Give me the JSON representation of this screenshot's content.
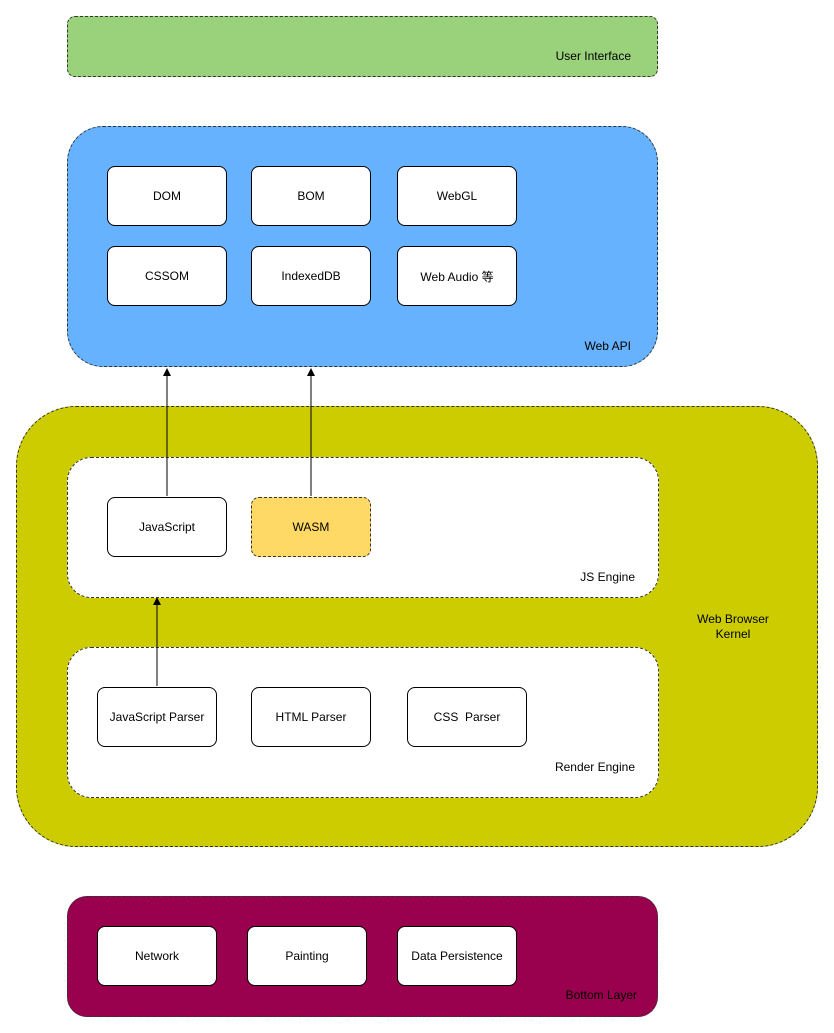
{
  "colors": {
    "user_interface": "#99d27b",
    "web_api": "#66b2ff",
    "kernel": "#cccc00",
    "engine_panel": "#ffffff",
    "wasm": "#ffd966",
    "bottom_layer": "#99004d"
  },
  "layers": {
    "user_interface": {
      "label": "User Interface"
    },
    "web_api": {
      "label": "Web API",
      "nodes": [
        "DOM",
        "BOM",
        "WebGL",
        "CSSOM",
        "IndexedDB",
        "Web Audio 等"
      ]
    },
    "kernel": {
      "label": "Web Browser Kernel",
      "js_engine": {
        "label": "JS Engine",
        "nodes": [
          "JavaScript",
          "WASM"
        ]
      },
      "render_engine": {
        "label": "Render Engine",
        "nodes": [
          "JavaScript Parser",
          "HTML Parser",
          "CSS  Parser"
        ]
      }
    },
    "bottom_layer": {
      "label": "Bottom Layer",
      "nodes": [
        "Network",
        "Painting",
        "Data Persistence"
      ]
    }
  }
}
